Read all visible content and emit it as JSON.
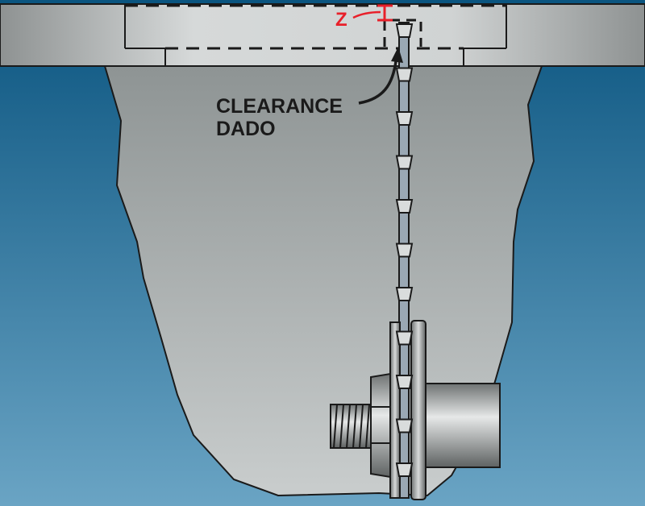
{
  "labels": {
    "clearance_line1": "CLEARANCE",
    "clearance_line2": "DADO",
    "z": "Z"
  },
  "colors": {
    "background_top": "#0b5580",
    "background_bottom": "#6aa4c4",
    "wood": "#a9adad",
    "table": "#c4c8c8",
    "dimension_red": "#e8202a",
    "outline": "#1a1a1a"
  },
  "teeth_count": 11
}
